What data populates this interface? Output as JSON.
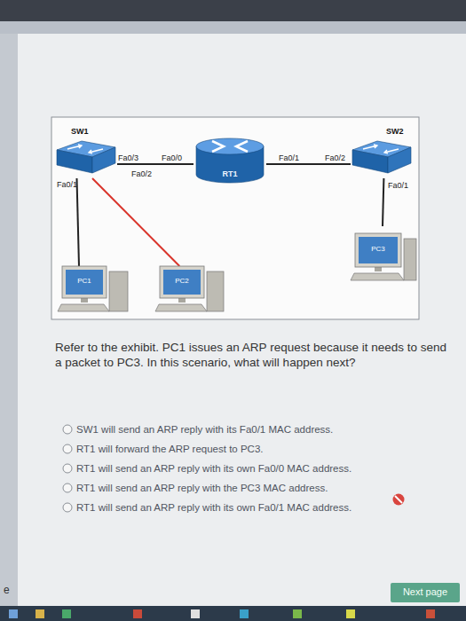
{
  "diagram": {
    "caption": "Refer to the exhibit. PC1 issues an ARP request because it needs to send a packet to PC3. In this scenario, what will happen next?",
    "nodes": [
      {
        "text": [
          "SW1"
        ]
      },
      {
        "text": [
          "RT1"
        ]
      },
      {
        "text": [
          "SW2"
        ]
      },
      {
        "text": [
          "PC1"
        ]
      },
      {
        "text": [
          "PC2"
        ]
      },
      {
        "text": [
          "PC3"
        ]
      }
    ],
    "edges": [
      {
        "from": 0,
        "to": 1,
        "arrow": "none"
      },
      {
        "from": 1,
        "to": 2,
        "arrow": "none"
      },
      {
        "from": 0,
        "to": 3,
        "arrow": "none"
      },
      {
        "from": 0,
        "to": 4,
        "arrow": "none"
      },
      {
        "from": 2,
        "to": 5,
        "arrow": "none"
      }
    ],
    "labels": [
      "Fa0/3",
      "Fa0/0",
      "Fa0/2",
      "Fa0/1",
      "Fa0/1",
      "Fa0/2",
      "Fa0/1",
      "SW1 will send an ARP reply with its Fa0/1 MAC address.",
      "RT1 will forward the ARP request to PC3.",
      "RT1 will send an ARP reply with its own Fa0/0 MAC address.",
      "RT1 will send an ARP reply with the PC3 MAC address.",
      "RT1 will send an ARP reply with its own Fa0/1 MAC address.",
      "Next page",
      "e"
    ]
  }
}
